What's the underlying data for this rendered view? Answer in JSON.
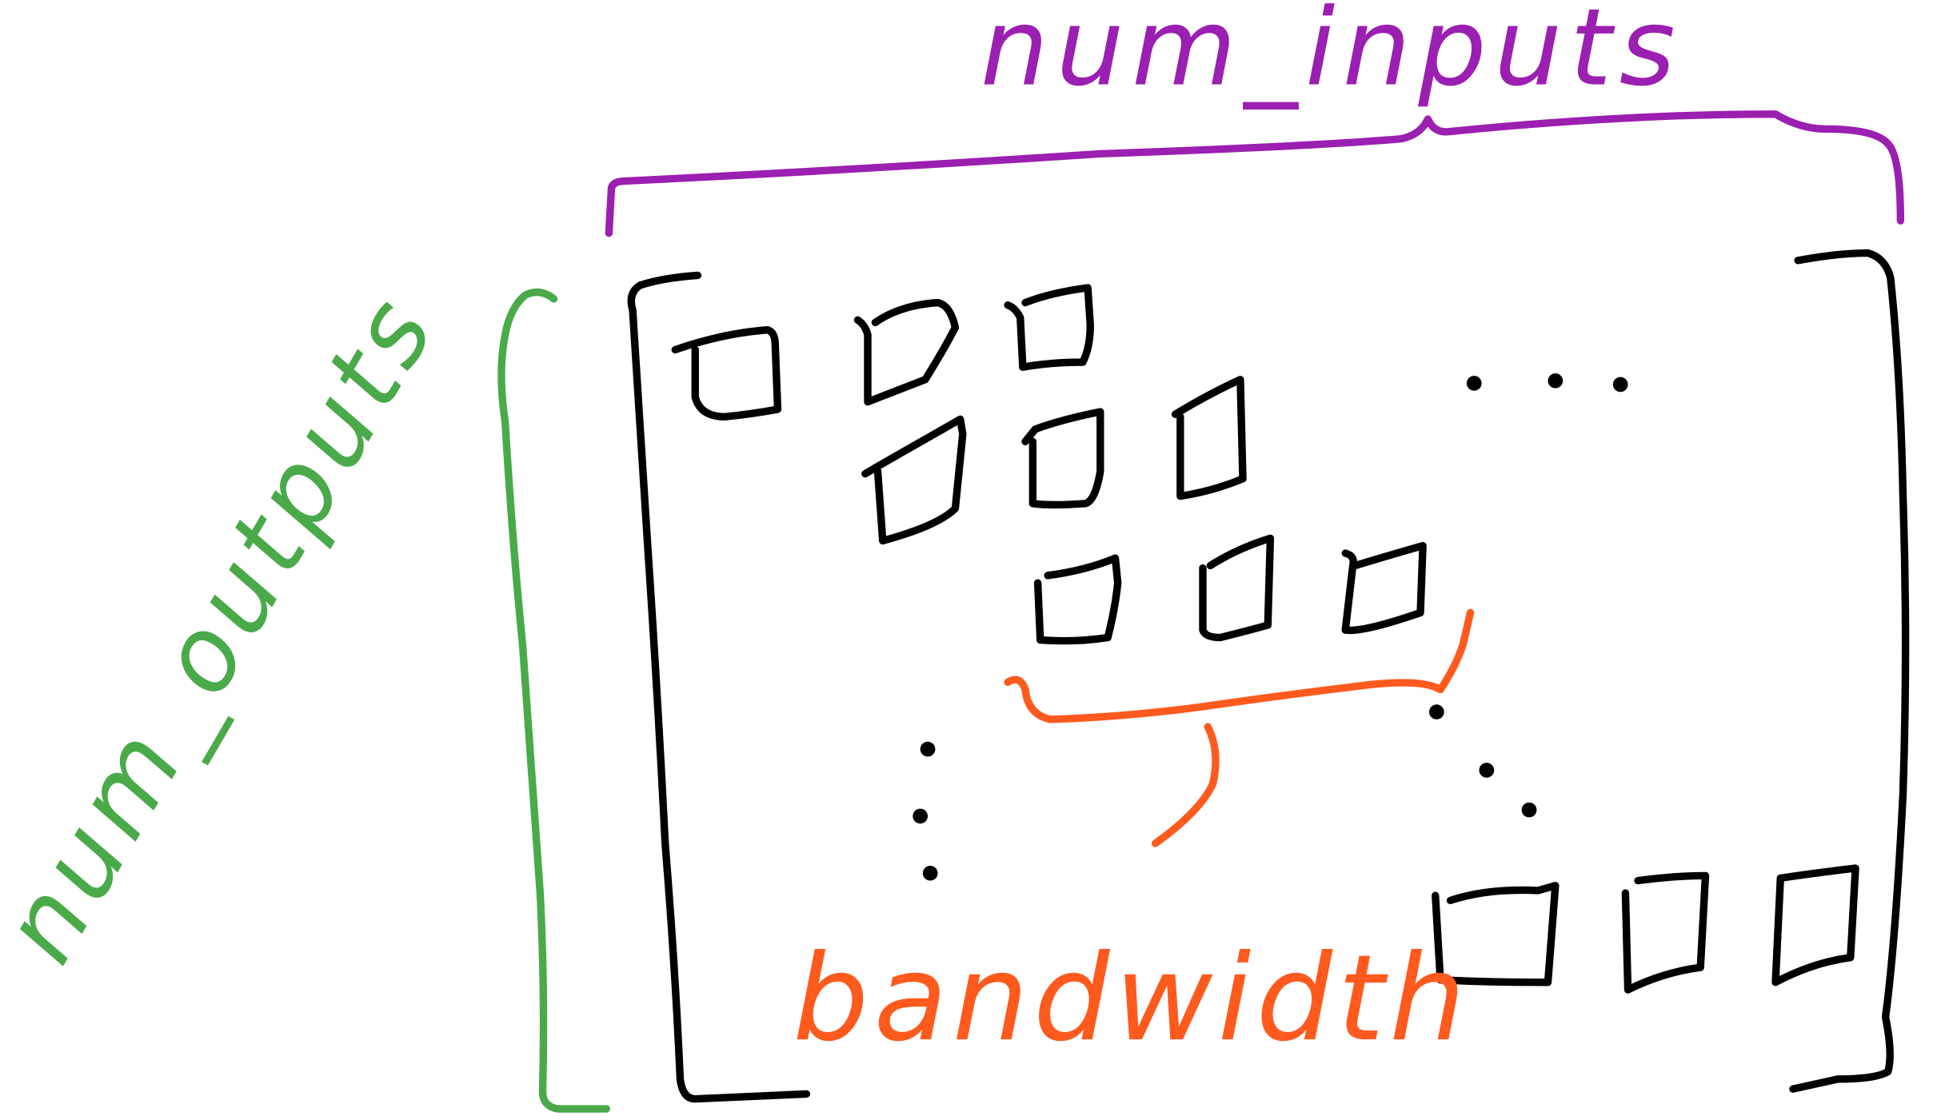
{
  "labels": {
    "num_inputs": "num_inputs",
    "num_outputs": "num_outputs",
    "bandwidth": "bandwidth"
  },
  "colors": {
    "matrix": "#000000",
    "num_inputs": "#9b1fb0",
    "num_outputs": "#4aaa4a",
    "bandwidth": "#ff5a1e"
  }
}
